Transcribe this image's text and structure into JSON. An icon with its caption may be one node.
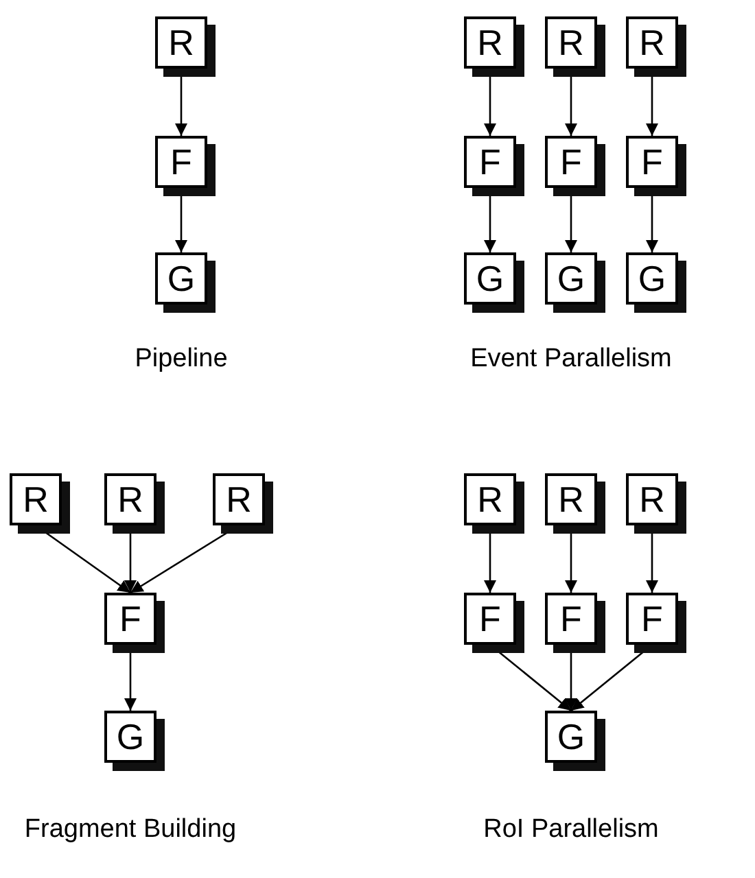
{
  "diagram": {
    "nodes": [
      {
        "text": [
          "R"
        ]
      },
      {
        "text": [
          "F"
        ]
      },
      {
        "text": [
          "G"
        ]
      },
      {
        "text": [
          "R"
        ]
      },
      {
        "text": [
          "R"
        ]
      },
      {
        "text": [
          "R"
        ]
      },
      {
        "text": [
          "F"
        ]
      },
      {
        "text": [
          "F"
        ]
      },
      {
        "text": [
          "F"
        ]
      },
      {
        "text": [
          "G"
        ]
      },
      {
        "text": [
          "G"
        ]
      },
      {
        "text": [
          "G"
        ]
      },
      {
        "text": [
          "R"
        ]
      },
      {
        "text": [
          "R"
        ]
      },
      {
        "text": [
          "R"
        ]
      },
      {
        "text": [
          "F"
        ]
      },
      {
        "text": [
          "G"
        ]
      },
      {
        "text": [
          "R"
        ]
      },
      {
        "text": [
          "R"
        ]
      },
      {
        "text": [
          "R"
        ]
      },
      {
        "text": [
          "F"
        ]
      },
      {
        "text": [
          "F"
        ]
      },
      {
        "text": [
          "F"
        ]
      },
      {
        "text": [
          "G"
        ]
      }
    ],
    "edges": [
      {
        "from": 0,
        "to": 1,
        "arrow": "to"
      },
      {
        "from": 1,
        "to": 2,
        "arrow": "to"
      },
      {
        "from": 3,
        "to": 6,
        "arrow": "to"
      },
      {
        "from": 4,
        "to": 7,
        "arrow": "to"
      },
      {
        "from": 5,
        "to": 8,
        "arrow": "to"
      },
      {
        "from": 6,
        "to": 9,
        "arrow": "to"
      },
      {
        "from": 7,
        "to": 10,
        "arrow": "to"
      },
      {
        "from": 8,
        "to": 11,
        "arrow": "to"
      },
      {
        "from": 12,
        "to": 15,
        "arrow": "to"
      },
      {
        "from": 13,
        "to": 15,
        "arrow": "to"
      },
      {
        "from": 14,
        "to": 15,
        "arrow": "to"
      },
      {
        "from": 15,
        "to": 16,
        "arrow": "to"
      },
      {
        "from": 17,
        "to": 20,
        "arrow": "to"
      },
      {
        "from": 18,
        "to": 21,
        "arrow": "to"
      },
      {
        "from": 19,
        "to": 22,
        "arrow": "to"
      },
      {
        "from": 20,
        "to": 23,
        "arrow": "to"
      },
      {
        "from": 21,
        "to": 23,
        "arrow": "to"
      },
      {
        "from": 22,
        "to": 23,
        "arrow": "to"
      }
    ],
    "labels": [
      "Pipeline",
      "Event Parallelism",
      "Fragment Building",
      "RoI Parallelism"
    ]
  }
}
